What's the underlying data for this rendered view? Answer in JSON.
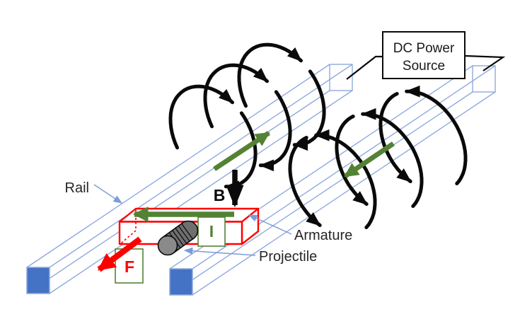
{
  "diagram": {
    "labels": {
      "rail": "Rail",
      "armature": "Armature",
      "projectile": "Projectile",
      "b_field": "B",
      "current": "I",
      "force": "F"
    },
    "dc_power_source": {
      "line1": "DC Power",
      "line2": "Source"
    },
    "colors": {
      "rail-fill": "#4472C4",
      "rail-edge": "#8FAADC",
      "wire-blue": "#7C9BD9",
      "green": "#548235",
      "red": "#FF0000",
      "ink": "#0A0A0A",
      "proj-body": "#6F6F6F",
      "proj-face": "#8A8A8A",
      "white": "#FFFFFF"
    }
  }
}
